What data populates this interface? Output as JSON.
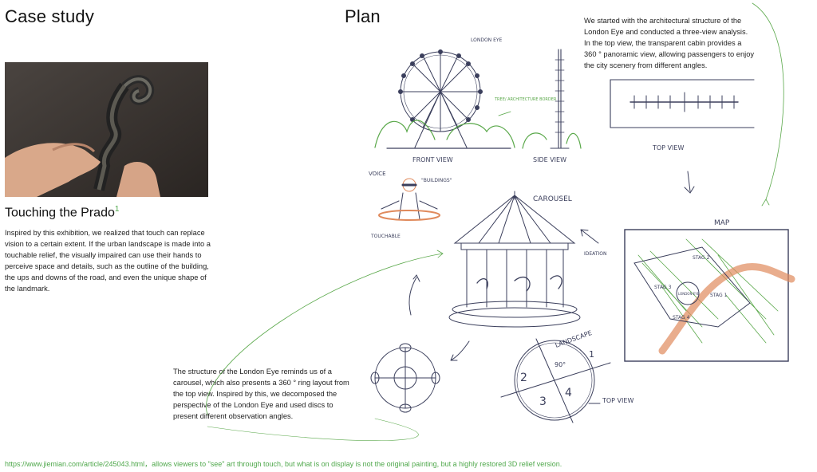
{
  "case_study": {
    "title": "Case study",
    "subtitle": "Touching the Prado",
    "subtitle_sup": "1",
    "paragraph": "Inspired by this exhibition, we realized that touch can replace vision to a certain extent. If the urban landscape is made into a touchable relief, the visually impaired can use their hands to perceive space and details, such as the outline of the building, the ups and downs of the road, and even the unique shape of the landmark."
  },
  "plan": {
    "title": "Plan",
    "top_paragraph": "We started with the architectural structure of the London Eye and conducted a three-view analysis. In the top view, the transparent cabin provides a 360 ° panoramic view, allowing passengers to enjoy the city scenery from different angles.",
    "bottom_paragraph": "The structure of the London Eye reminds us of a carousel, which also presents a 360 ° ring layout from the top view. Inspired by this, we decomposed the perspective of the London Eye and used discs to present different observation angles.",
    "sketch_labels": {
      "london_eye": "LONDON EYE",
      "front_view": "FRONT VIEW",
      "side_view": "SIDE VIEW",
      "top_view": "TOP VIEW",
      "tree_arch": "TREE/ ARCHITECTURE BORDER",
      "voice": "VOICE",
      "buildings": "\"BUILDINGS\"",
      "touchable": "TOUCHABLE",
      "carousel": "CAROUSEL",
      "ideation": "IDEATION",
      "map": "MAP",
      "stage2": "STAG 2",
      "stage1": "STAG 1",
      "stage3": "STAG 3",
      "stage4": "STAG 4",
      "london_eye_map": "LONDON EYE",
      "landscape": "LANDSCAPE",
      "one": "1",
      "two": "2",
      "three": "3",
      "four": "4",
      "deg90": "90°",
      "top_view2": "TOP VIEW"
    }
  },
  "footnote": "https://www.jiemian.com/article/245043.html，allows viewers to \"see\" art through touch, but what is on display is not the original painting, but a highly restored 3D relief version.",
  "colors": {
    "accent_green": "#4fa84b",
    "sketch_ink": "#3b3f5c",
    "sketch_green": "#5aa84a",
    "sketch_orange": "#e08a5c"
  }
}
